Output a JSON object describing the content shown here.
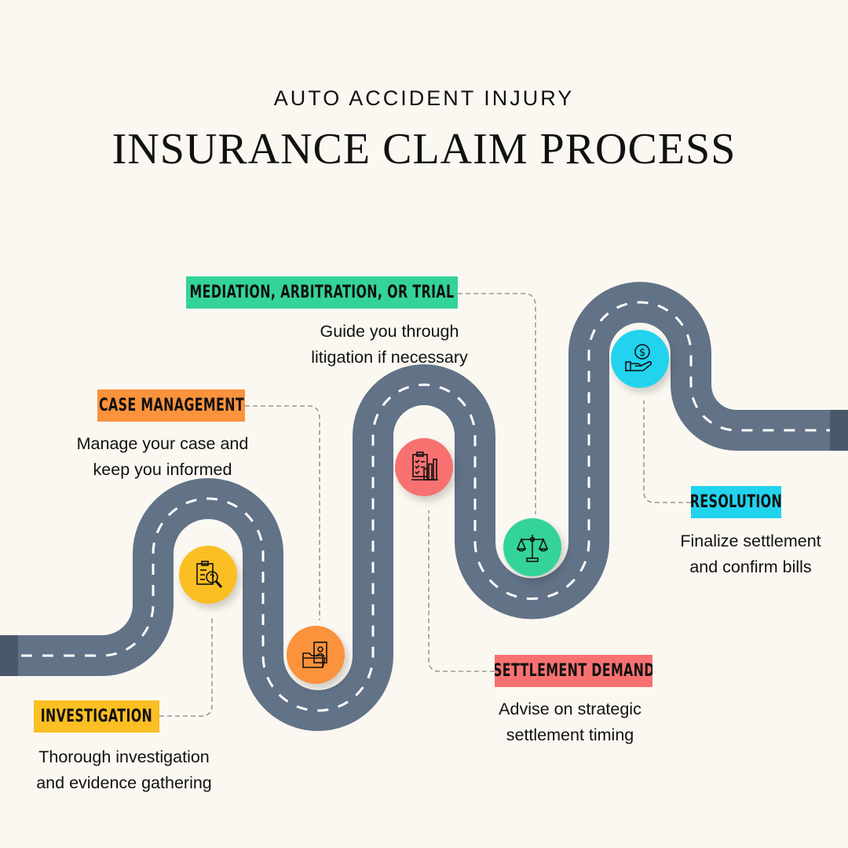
{
  "header": {
    "subtitle": "AUTO ACCIDENT INJURY",
    "title": "INSURANCE CLAIM PROCESS"
  },
  "colors": {
    "background": "#fbf8f1",
    "road": "#627287",
    "road_cap": "#4a586b",
    "investigation": "#fbbf24",
    "case_management": "#fb923c",
    "settlement_demand": "#f87171",
    "mediation": "#34d399",
    "resolution": "#22d3ee"
  },
  "steps": [
    {
      "label": "INVESTIGATION",
      "desc": [
        "Thorough investigation",
        "and evidence gathering"
      ],
      "icon": "clipboard-magnifier-icon"
    },
    {
      "label": "CASE MANAGEMENT",
      "desc": [
        "Manage your case and",
        "keep you informed"
      ],
      "icon": "folder-document-icon"
    },
    {
      "label": "SETTLEMENT DEMAND",
      "desc": [
        "Advise on strategic",
        "settlement timing"
      ],
      "icon": "checklist-chart-icon"
    },
    {
      "label": "MEDIATION, ARBITRATION, OR TRIAL",
      "desc": [
        "Guide you through",
        "litigation if necessary"
      ],
      "icon": "scales-of-justice-icon"
    },
    {
      "label": "RESOLUTION",
      "desc": [
        "Finalize settlement",
        "and confirm bills"
      ],
      "icon": "hand-dollar-icon"
    }
  ]
}
